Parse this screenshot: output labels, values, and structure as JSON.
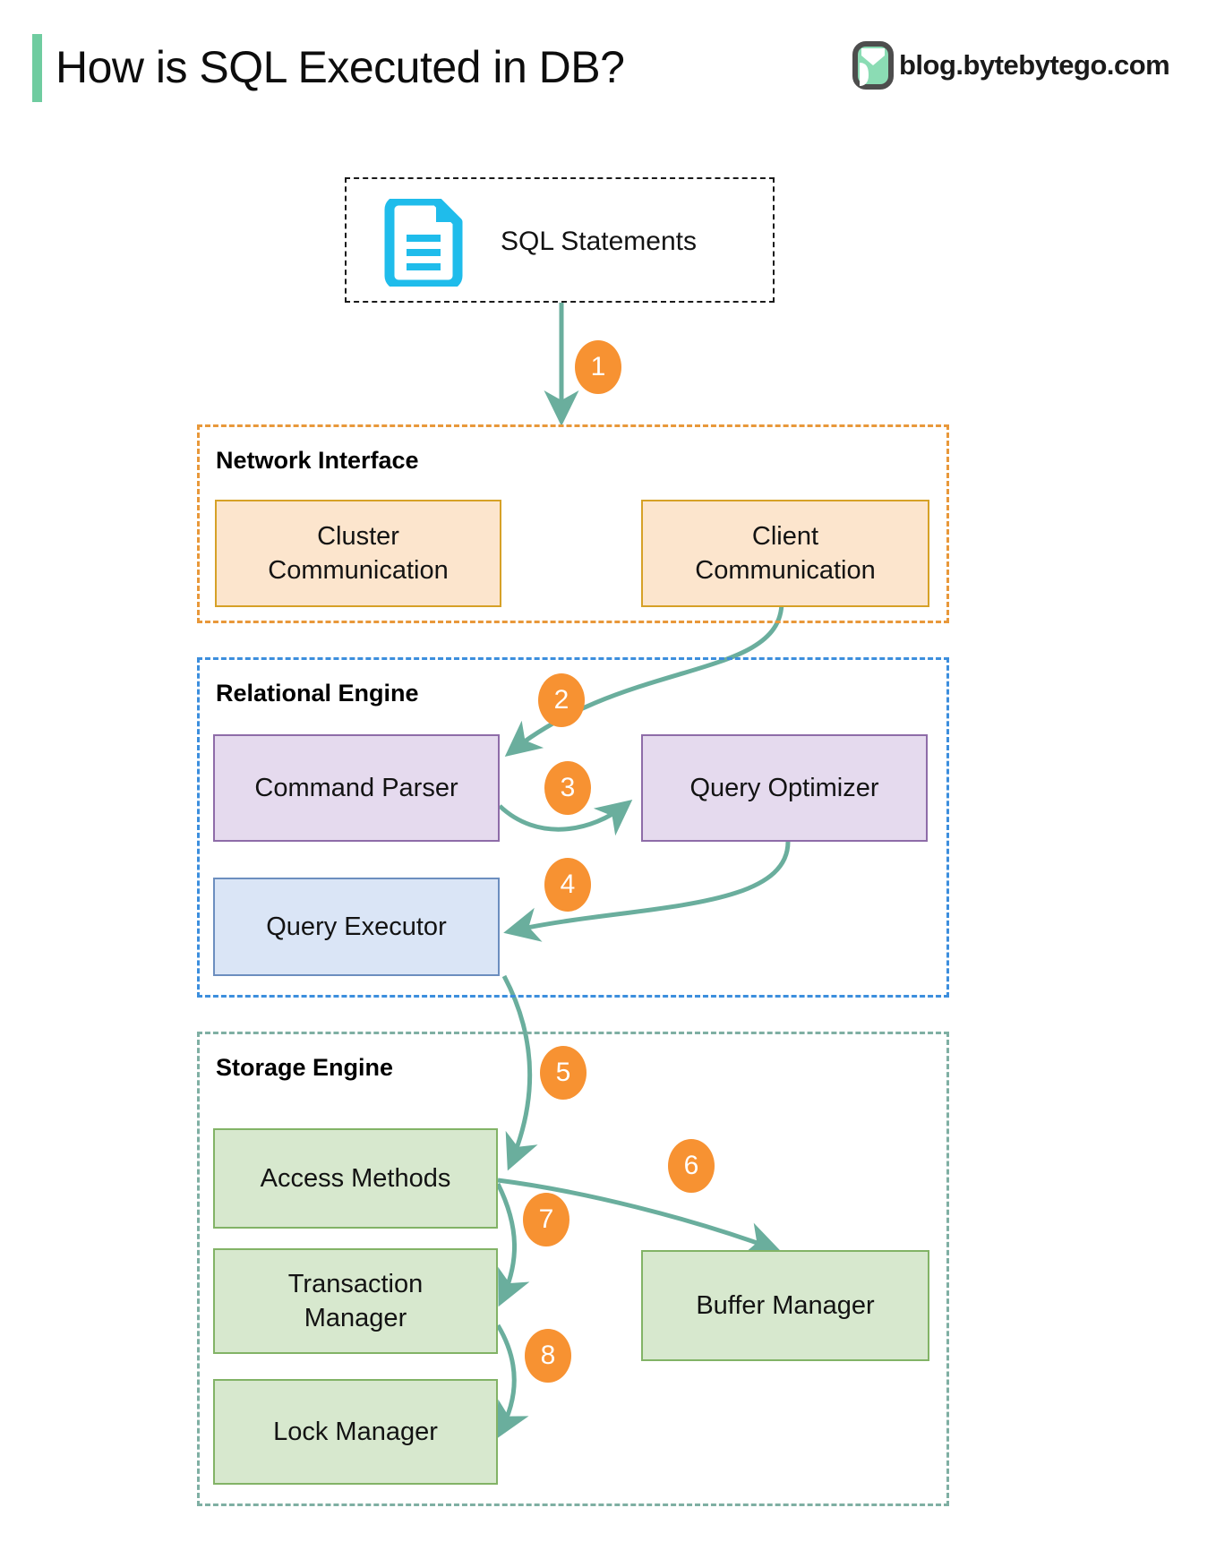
{
  "header": {
    "title": "How is SQL Executed in DB?",
    "brand_text": "blog.bytebytego.com",
    "accent_color": "#6FCCA0",
    "logo_icon": "bytebytego-logo-icon"
  },
  "input": {
    "label": "SQL Statements",
    "icon": "document-icon",
    "icon_color": "#1FBCEB",
    "border_style": "dashed",
    "border_color": "#1a1a1a"
  },
  "groups": [
    {
      "id": "network",
      "title": "Network Interface",
      "border_color": "#E8983A",
      "nodes": [
        {
          "id": "cluster-communication",
          "label": "Cluster\nCommunication",
          "line1": "Cluster",
          "line2": "Communication",
          "fill": "#FCE5CD",
          "stroke": "#D6A127"
        },
        {
          "id": "client-communication",
          "label": "Client\nCommunication",
          "line1": "Client",
          "line2": "Communication",
          "fill": "#FCE5CD",
          "stroke": "#D6A127"
        }
      ]
    },
    {
      "id": "relational",
      "title": "Relational Engine",
      "border_color": "#3C8EDD",
      "nodes": [
        {
          "id": "command-parser",
          "label": "Command Parser",
          "fill": "#E5DAEE",
          "stroke": "#8E6CA8"
        },
        {
          "id": "query-optimizer",
          "label": "Query Optimizer",
          "fill": "#E5DAEE",
          "stroke": "#8E6CA8"
        },
        {
          "id": "query-executor",
          "label": "Query Executor",
          "fill": "#DAE5F6",
          "stroke": "#6C8EBF"
        }
      ]
    },
    {
      "id": "storage",
      "title": "Storage Engine",
      "border_color": "#7FAFA3",
      "nodes": [
        {
          "id": "access-methods",
          "label": "Access Methods",
          "fill": "#D7E8CE",
          "stroke": "#82B366"
        },
        {
          "id": "buffer-manager",
          "label": "Buffer Manager",
          "fill": "#D7E8CE",
          "stroke": "#82B366"
        },
        {
          "id": "transaction-manager",
          "label": "Transaction\nManager",
          "line1": "Transaction",
          "line2": "Manager",
          "fill": "#D7E8CE",
          "stroke": "#82B366"
        },
        {
          "id": "lock-manager",
          "label": "Lock Manager",
          "fill": "#D7E8CE",
          "stroke": "#82B366"
        }
      ]
    }
  ],
  "steps": [
    {
      "n": "1",
      "from": "SQL Statements",
      "to": "Network Interface"
    },
    {
      "n": "2",
      "from": "Client Communication",
      "to": "Command Parser"
    },
    {
      "n": "3",
      "from": "Command Parser",
      "to": "Query Optimizer"
    },
    {
      "n": "4",
      "from": "Query Optimizer",
      "to": "Query Executor"
    },
    {
      "n": "5",
      "from": "Query Executor",
      "to": "Access Methods"
    },
    {
      "n": "6",
      "from": "Access Methods",
      "to": "Buffer Manager"
    },
    {
      "n": "7",
      "from": "Access Methods",
      "to": "Transaction Manager"
    },
    {
      "n": "8",
      "from": "Transaction Manager",
      "to": "Lock Manager"
    }
  ],
  "colors": {
    "step_badge": "#F79232",
    "arrow": "#6AAE9D",
    "background": "#FFFFFF"
  }
}
